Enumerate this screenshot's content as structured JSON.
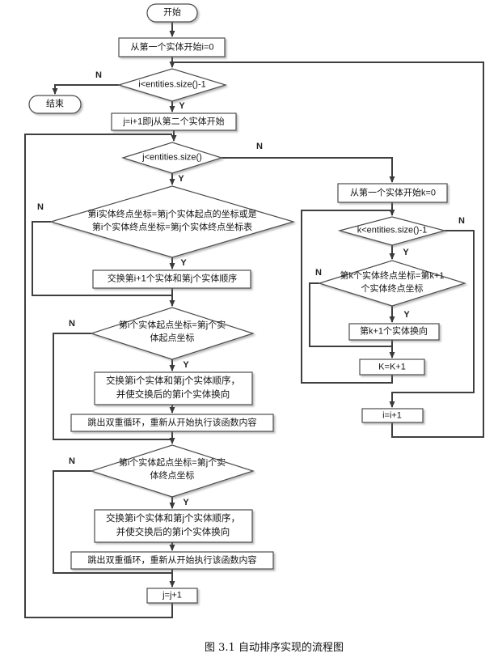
{
  "figure": {
    "caption": "图 3.1 自动排序实现的流程图",
    "branch_labels": {
      "yes": "Y",
      "no": "N"
    },
    "nodes": {
      "start": "开始",
      "end": "结束",
      "init_i": "从第一个实体开始i=0",
      "cond_i": "i<entities.size()-1",
      "init_j": "j=i+1即j从第二个实体开始",
      "cond_j": "j<entities.size()",
      "cond_connect": "第i实体终点坐标=第j个实体起点的坐标或是\n第i个实体终点坐标=第j个实体终点坐标表",
      "swap_next": "交换第i+1个实体和第j个实体顺序",
      "cond_start_start": "第i个实体起点坐标=第j个实\n体起点坐标",
      "swap_reverse_a": "交换第i个实体和第j个实体顺序，\n并使交换后的第i个实体换向",
      "break_restart_a": "跳出双重循环，重新从开始执行该函数内容",
      "cond_start_end": "第i个实体起点坐标=第j个实\n体终点坐标",
      "swap_reverse_b": "交换第i个实体和第j个实体顺序，\n并使交换后的第i个实体换向",
      "break_restart_b": "跳出双重循环，重新从开始执行该函数内容",
      "inc_j": "j=j+1",
      "init_k": "从第一个实体开始k=0",
      "cond_k": "k<entities.size()-1",
      "cond_k_end": "第k个实体终点坐标=第k+1\n个实体终点坐标",
      "reverse_k": "第k+1个实体换向",
      "inc_k": "K=K+1",
      "inc_i": "i=i+1"
    }
  }
}
